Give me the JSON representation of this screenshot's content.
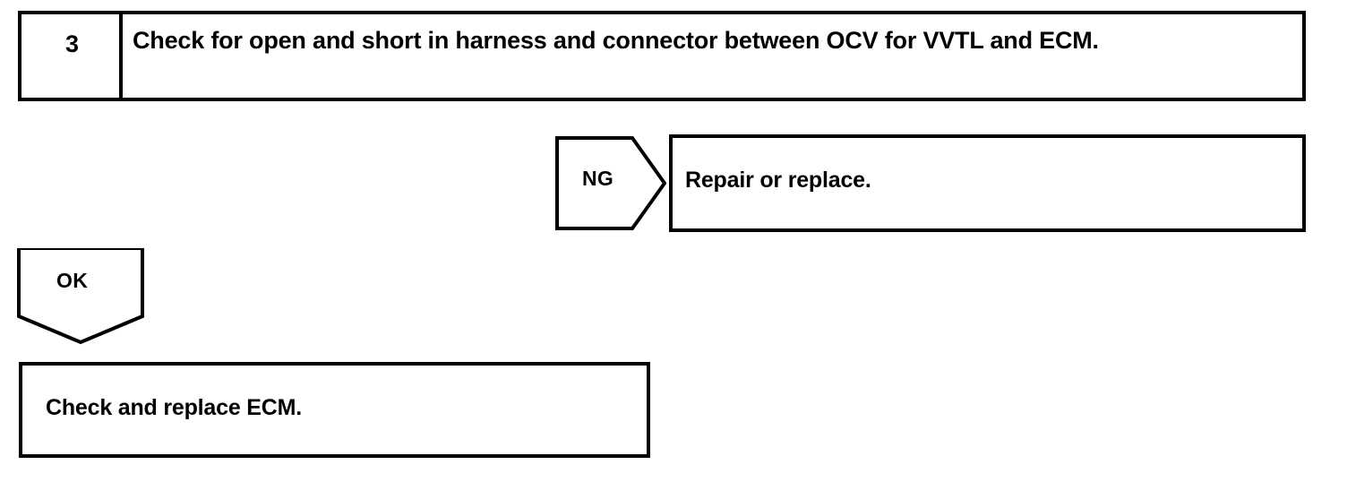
{
  "document": {
    "type": "troubleshooting-flowchart",
    "ink_color": "#000000",
    "page_color": "#ffffff"
  },
  "step": {
    "number": "3",
    "instruction": "Check for open and short in harness and connector between OCV for VVTL and ECM."
  },
  "branches": {
    "ng": {
      "label": "NG",
      "result_text": "Repair or replace."
    },
    "ok": {
      "label": "OK",
      "result_text": "Check and replace ECM."
    }
  }
}
